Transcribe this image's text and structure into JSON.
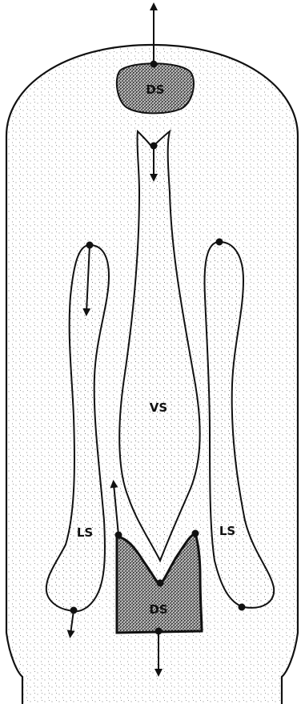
{
  "labels": {
    "ds_top": "DS",
    "vs": "VS",
    "ls_left": "LS",
    "ls_right": "LS",
    "ds_bottom": "DS"
  },
  "colors": {
    "ink": "#111111",
    "fill": "#ffffff",
    "stipple": "#6b6b6b",
    "dense_stipple": "#1e1e1e"
  }
}
